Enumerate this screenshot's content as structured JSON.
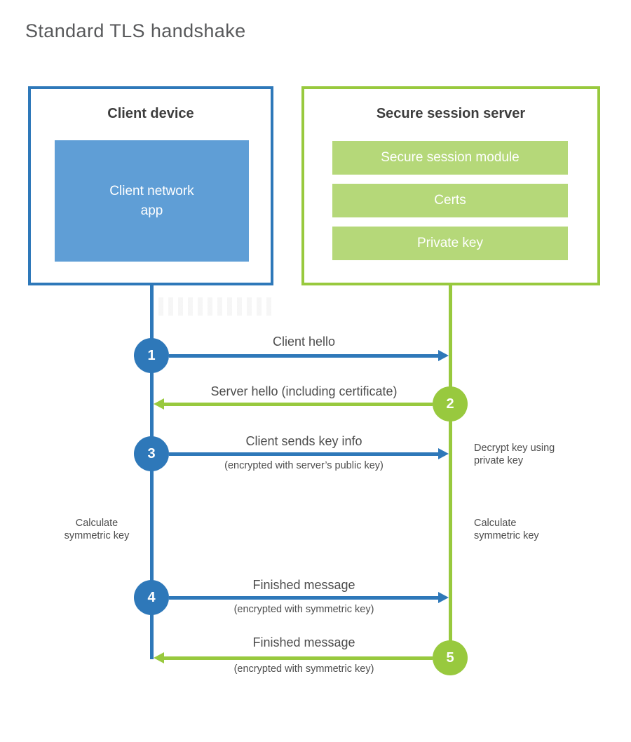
{
  "title": "Standard TLS handshake",
  "client": {
    "title": "Client device",
    "app_label": "Client network\napp"
  },
  "server": {
    "title": "Secure session server",
    "modules": [
      "Secure session module",
      "Certs",
      "Private key"
    ]
  },
  "steps": [
    {
      "num": "1",
      "label": "Client hello",
      "sublabel": "",
      "direction": "right"
    },
    {
      "num": "2",
      "label": "Server hello (including certificate)",
      "sublabel": "",
      "direction": "left"
    },
    {
      "num": "3",
      "label": "Client sends key info",
      "sublabel": "(encrypted with server’s public key)",
      "direction": "right"
    },
    {
      "num": "4",
      "label": "Finished message",
      "sublabel": "(encrypted with symmetric key)",
      "direction": "right"
    },
    {
      "num": "5",
      "label": "Finished message",
      "sublabel": "(encrypted with symmetric key)",
      "direction": "left"
    }
  ],
  "notes": {
    "decrypt": "Decrypt key using\nprivate key",
    "calc_left": "Calculate\nsymmetric key",
    "calc_right": "Calculate\nsymmetric key"
  },
  "colors": {
    "blue": "#2e78b9",
    "blue_fill": "#5f9ed6",
    "green": "#98c93e",
    "green_fill": "#b5d879",
    "heading_dark": "#3d3d3d",
    "label_gray": "#4d4d4d",
    "title_gray": "#58595b"
  }
}
